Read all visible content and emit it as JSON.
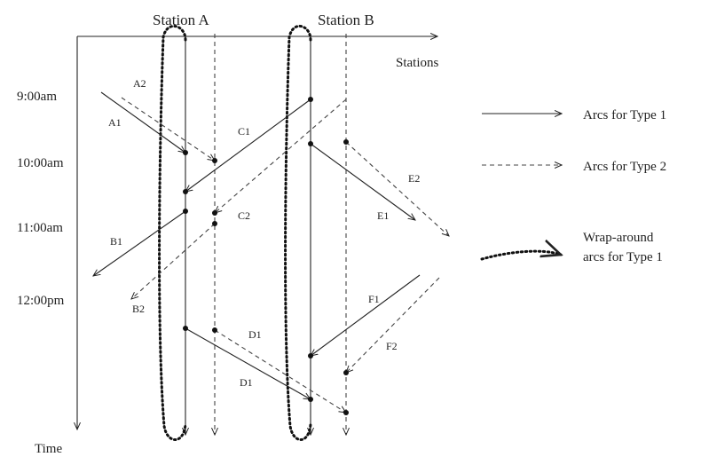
{
  "stations": [
    "Station A",
    "Station B"
  ],
  "axes": {
    "x_label": "Stations",
    "y_label": "Time"
  },
  "times": [
    "9:00am",
    "10:00am",
    "11:00am",
    "12:00pm"
  ],
  "arc_labels": {
    "a1": "A1",
    "a2": "A2",
    "b1": "B1",
    "b2": "B2",
    "c1": "C1",
    "c2": "C2",
    "d1_upper": "D1",
    "d1_lower": "D1",
    "e1": "E1",
    "e2": "E2",
    "f1": "F1",
    "f2": "F2"
  },
  "legend": {
    "type1": "Arcs for Type 1",
    "type2": "Arcs for Type 2",
    "wrap_line1": "Wrap-around",
    "wrap_line2": "arcs for Type 1"
  }
}
